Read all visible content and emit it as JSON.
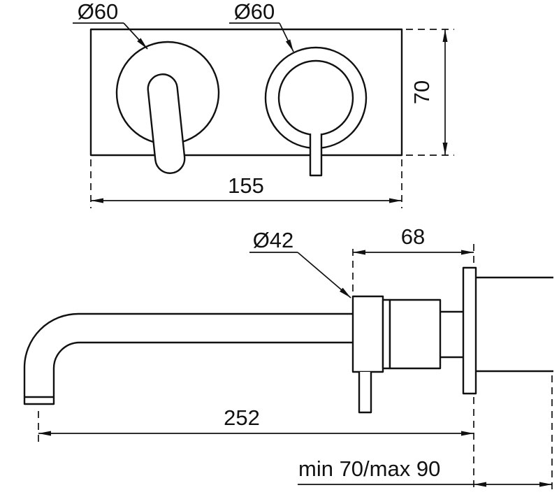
{
  "colors": {
    "background": "#ffffff",
    "line": "#111111"
  },
  "front_view": {
    "handle_diameter": "Ø60",
    "outlet_diameter": "Ø60",
    "plate_height": "70",
    "plate_width": "155"
  },
  "side_view": {
    "body_diameter": "Ø42",
    "body_depth": "68",
    "spout_reach": "252",
    "wall_distance": "min 70/max 90"
  }
}
